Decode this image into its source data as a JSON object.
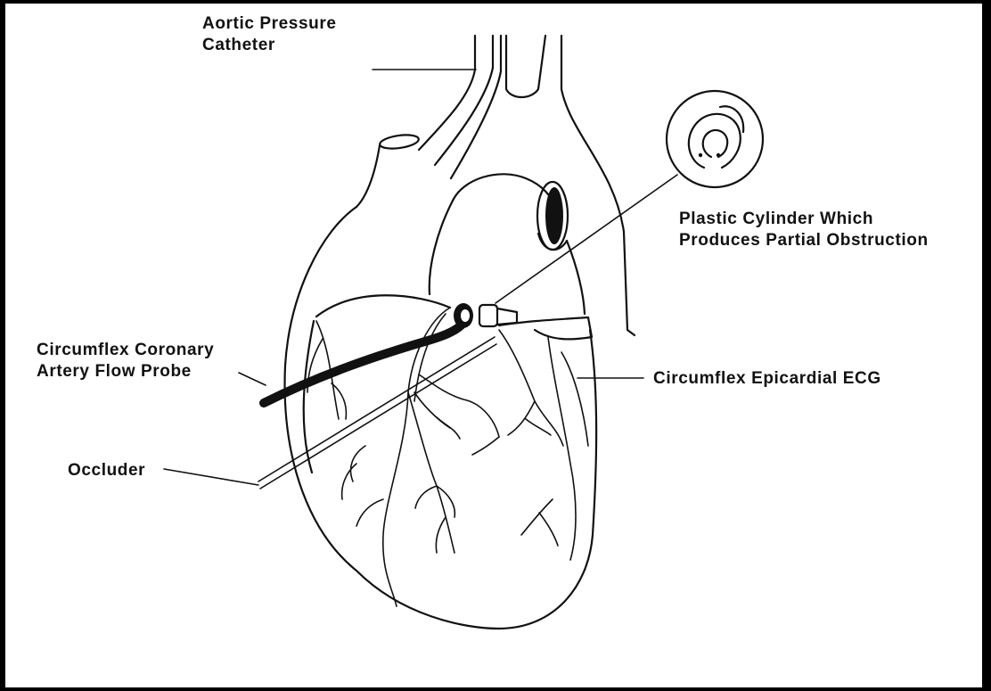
{
  "labels": {
    "aortic_catheter": [
      "Aortic  Pressure",
      "Catheter"
    ],
    "plastic_cylinder": [
      "Plastic  Cylinder  Which",
      "Produces  Partial  Obstruction"
    ],
    "flow_probe": [
      "Circumflex  Coronary",
      "Artery  Flow  Probe"
    ],
    "epicardial_ecg": "Circumflex  Epicardial  ECG",
    "occluder": "Occluder"
  },
  "colors": {
    "ink": "#111111",
    "paper": "#ffffff",
    "frame": "#000000"
  }
}
